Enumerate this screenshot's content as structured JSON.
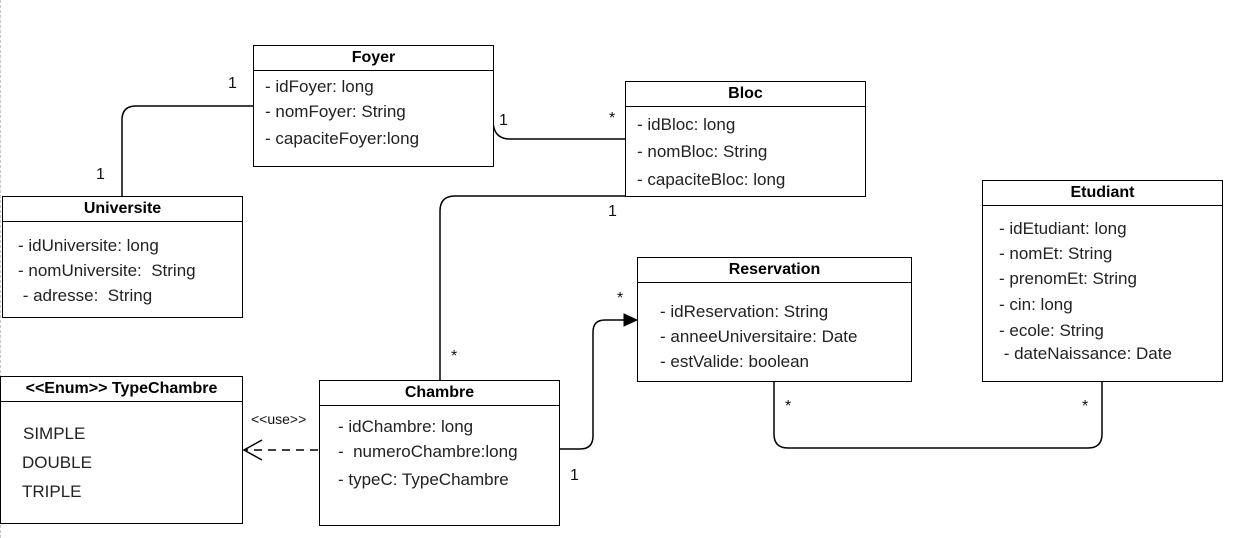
{
  "classes": {
    "foyer": {
      "name": "Foyer",
      "attributes": [
        "- idFoyer: long",
        "- nomFoyer: String",
        "- capaciteFoyer:long"
      ]
    },
    "bloc": {
      "name": "Bloc",
      "attributes": [
        "- idBloc: long",
        "- nomBloc: String",
        "- capaciteBloc: long"
      ]
    },
    "universite": {
      "name": "Universite",
      "attributes": [
        "- idUniversite: long",
        "- nomUniversite:  String",
        " - adresse:  String"
      ]
    },
    "etudiant": {
      "name": "Etudiant",
      "attributes": [
        "- idEtudiant: long",
        "- nomEt: String",
        "- prenomEt: String",
        "- cin: long",
        "- ecole: String",
        " - dateNaissance: Date"
      ]
    },
    "reservation": {
      "name": "Reservation",
      "attributes": [
        "- idReservation: String",
        "- anneeUniversitaire: Date",
        "- estValide: boolean"
      ]
    },
    "chambre": {
      "name": "Chambre",
      "attributes": [
        "- idChambre: long",
        "-  numeroChambre:long",
        "- typeC: TypeChambre"
      ]
    },
    "typechambre": {
      "name": "<<Enum>> TypeChambre",
      "values": [
        "SIMPLE",
        "DOUBLE",
        "TRIPLE"
      ]
    }
  },
  "relations": {
    "universite_foyer": {
      "foyer_mult": "1",
      "universite_mult": "1"
    },
    "foyer_bloc": {
      "foyer_mult": "1",
      "bloc_mult": "*"
    },
    "bloc_chambre": {
      "bloc_mult": "1",
      "chambre_mult": "*"
    },
    "chambre_reservation": {
      "chambre_mult": "1",
      "reservation_mult": "*"
    },
    "reservation_etudiant": {
      "reservation_mult": "*",
      "etudiant_mult": "*"
    },
    "chambre_typechambre": {
      "stereotype": "<<use>>"
    }
  }
}
